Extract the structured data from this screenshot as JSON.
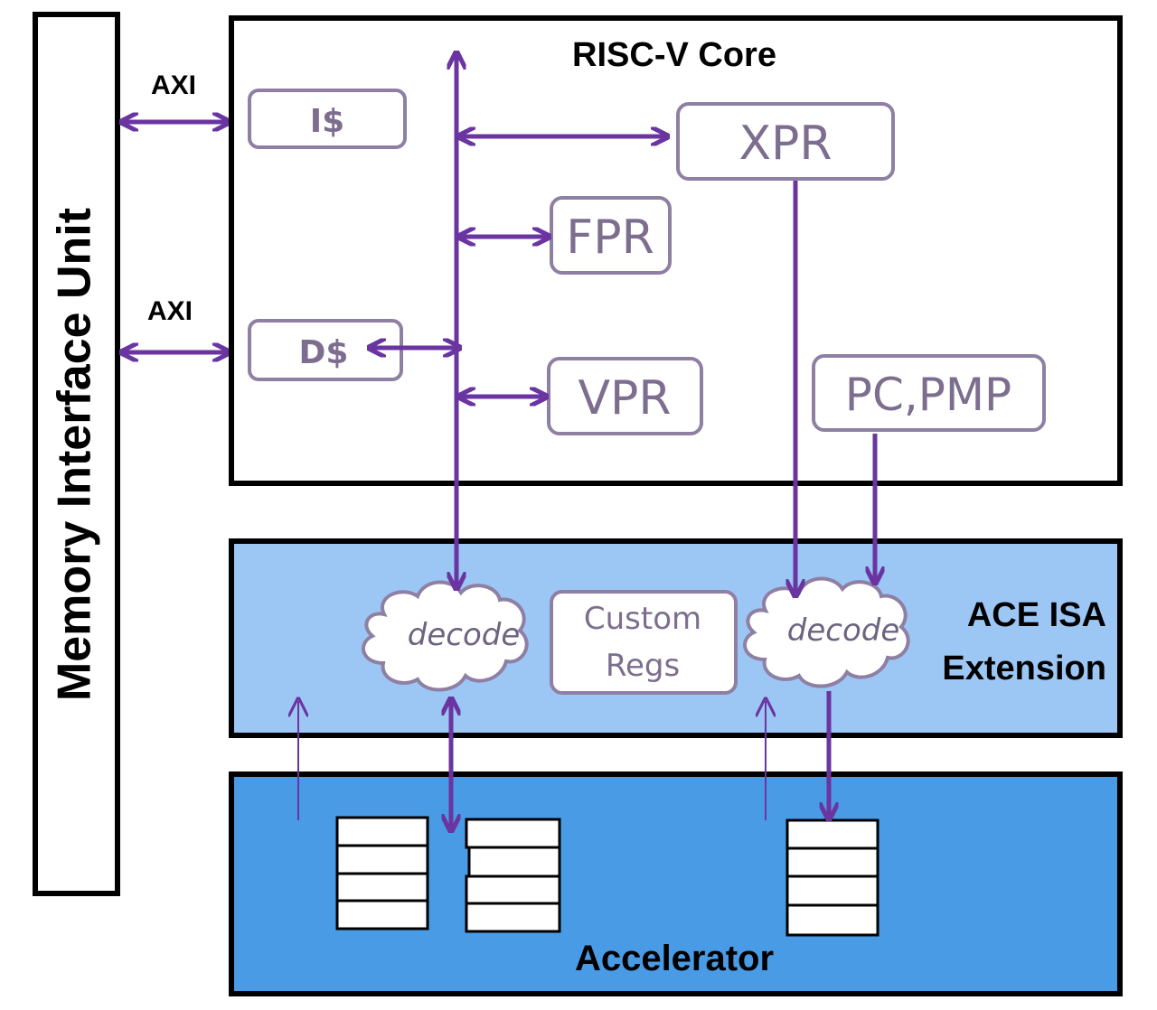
{
  "memory_unit": {
    "label": "Memory Interface Unit"
  },
  "axi": {
    "top_label": "AXI",
    "bottom_label": "AXI"
  },
  "core": {
    "title": "RISC-V Core",
    "icache": "I$",
    "dcache": "D$",
    "xpr": "XPR",
    "fpr": "FPR",
    "vpr": "VPR",
    "pc_pmp": "PC,PMP"
  },
  "ace": {
    "title_line1": "ACE ISA",
    "title_line2": "Extension",
    "decode_left": "decode",
    "decode_right": "decode",
    "custom_regs_line1": "Custom",
    "custom_regs_line2": "Regs"
  },
  "accelerator": {
    "title": "Accelerator"
  },
  "colors": {
    "arrow": "#6a35a0",
    "ace_fill": "#9cc7f5",
    "accelerator_fill": "#4a9be6",
    "register_border": "#8f7fa3"
  }
}
